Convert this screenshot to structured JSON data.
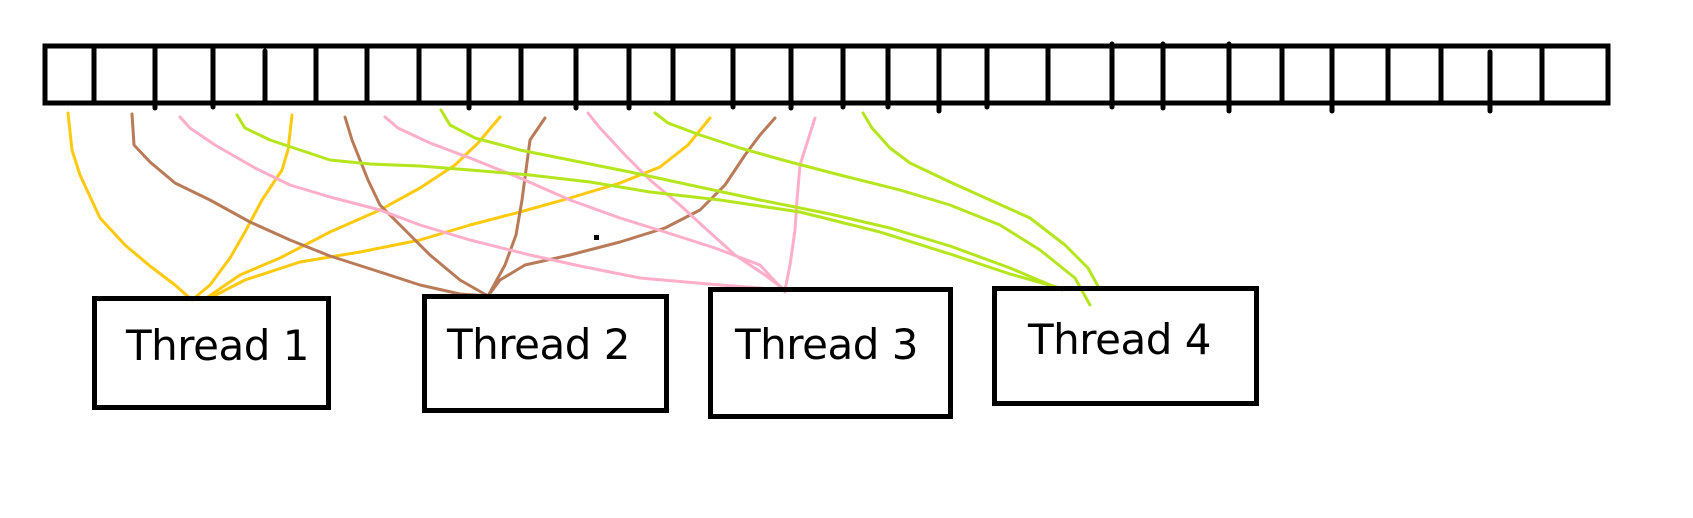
{
  "diagram": {
    "title": "",
    "array": {
      "cell_count": 29
    },
    "threads": [
      {
        "id": 1,
        "label": "Thread 1",
        "color": "#FFC90E",
        "color_name": "yellow"
      },
      {
        "id": 2,
        "label": "Thread 2",
        "color": "#B97A57",
        "color_name": "brown"
      },
      {
        "id": 3,
        "label": "Thread 3",
        "color": "#FFAEC9",
        "color_name": "pink"
      },
      {
        "id": 4,
        "label": "Thread 4",
        "color": "#B5E61D",
        "color_name": "green"
      }
    ],
    "connections": [
      {
        "thread": 1,
        "array_cell": 0
      },
      {
        "thread": 1,
        "array_cell": 4
      },
      {
        "thread": 1,
        "array_cell": 8
      },
      {
        "thread": 1,
        "array_cell": 12
      },
      {
        "thread": 2,
        "array_cell": 1
      },
      {
        "thread": 2,
        "array_cell": 5
      },
      {
        "thread": 2,
        "array_cell": 9
      },
      {
        "thread": 2,
        "array_cell": 13
      },
      {
        "thread": 3,
        "array_cell": 2
      },
      {
        "thread": 3,
        "array_cell": 6
      },
      {
        "thread": 3,
        "array_cell": 10
      },
      {
        "thread": 3,
        "array_cell": 14
      },
      {
        "thread": 4,
        "array_cell": 3
      },
      {
        "thread": 4,
        "array_cell": 7
      },
      {
        "thread": 4,
        "array_cell": 11
      },
      {
        "thread": 4,
        "array_cell": 15
      }
    ]
  }
}
